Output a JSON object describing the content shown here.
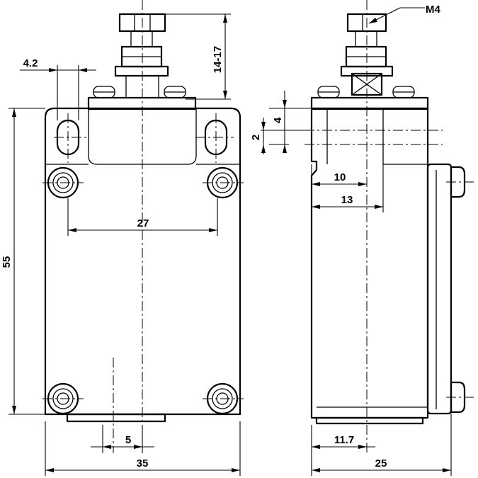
{
  "labels": {
    "d_42": "4.2",
    "d_1417": "14-17",
    "d_m4": "M4",
    "d_4": "4",
    "d_2": "2",
    "d_10": "10",
    "d_13": "13",
    "d_27": "27",
    "d_55": "55",
    "d_5": "5",
    "d_35": "35",
    "d_117": "11.7",
    "d_25": "25"
  }
}
